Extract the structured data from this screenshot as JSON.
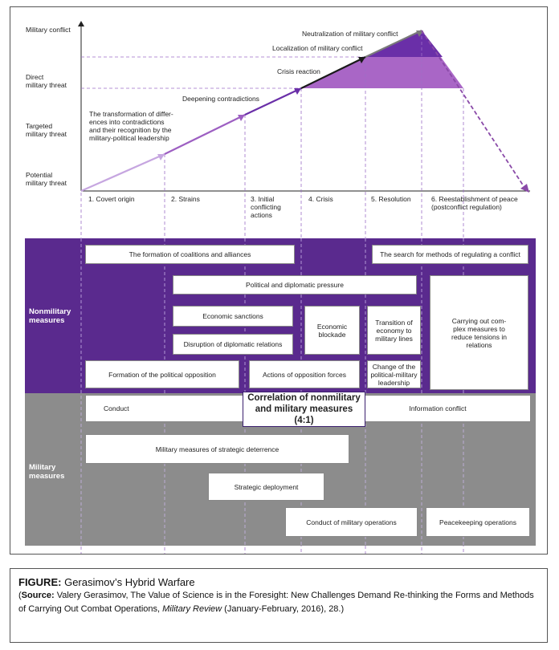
{
  "y_levels": [
    "Military conflict",
    "Direct\nmilitary threat",
    "Targeted\nmilitary threat",
    "Potential\nmilitary threat"
  ],
  "phases": [
    "1. Covert origin",
    "2. Strains",
    "3. Initial\nconflicting\nactions",
    "4. Crisis",
    "5. Resolution",
    "6. Reestablishment of peace\n(postconflict regulation)"
  ],
  "curve_labels": [
    "The transformation of differ-\nences into contradictions\nand their recognition by the\nmilitary-political leadership",
    "Deepening contradictions",
    "Crisis reaction",
    "Localization of military conflict",
    "Neutralization of military conflict"
  ],
  "bands": {
    "nonmilitary_label": "Nonmilitary\nmeasures",
    "military_label": "Military\nmeasures",
    "nonmilitary_color": "#5a2a8e",
    "military_color": "#8c8c8c"
  },
  "measures": {
    "coalitions": "The formation of coalitions and alliances",
    "search_regulating": "The search for methods of regulating a conflict",
    "political_pressure": "Political and diplomatic pressure",
    "economic_sanctions": "Economic sanctions",
    "disruption_relations": "Disruption of diplomatic relations",
    "economic_blockade": "Economic\nblockade",
    "transition_economy": "Transition of\neconomy to\nmilitary lines",
    "complex_measures": "Carrying out com-\nplex measures to\nreduce tensions in\nrelations",
    "political_opposition": "Formation of the political opposition",
    "opposition_forces": "Actions of opposition forces",
    "change_leadership": "Change of the\npolitical-military\nleadership",
    "conduct": "Conduct",
    "correlation": "Correlation of nonmilitary\nand military measures (4:1)",
    "information_conflict": "Information conflict",
    "strategic_deterrence": "Military measures of strategic deterrence",
    "strategic_deployment": "Strategic deployment",
    "military_operations": "Conduct of military operations",
    "peacekeeping": "Peacekeeping operations"
  },
  "caption": {
    "figure_label": "FIGURE:",
    "figure_title": "Gerasimov’s Hybrid Warfare",
    "source_label": "Source:",
    "source_text_1": "Valery Gerasimov, The Value of Science is in the Foresight: New Challenges Demand Re-thinking the Forms and Methods of Carrying Out Combat Operations,",
    "journal": "Military Review",
    "source_text_2": "(January-February, 2016), 28."
  }
}
